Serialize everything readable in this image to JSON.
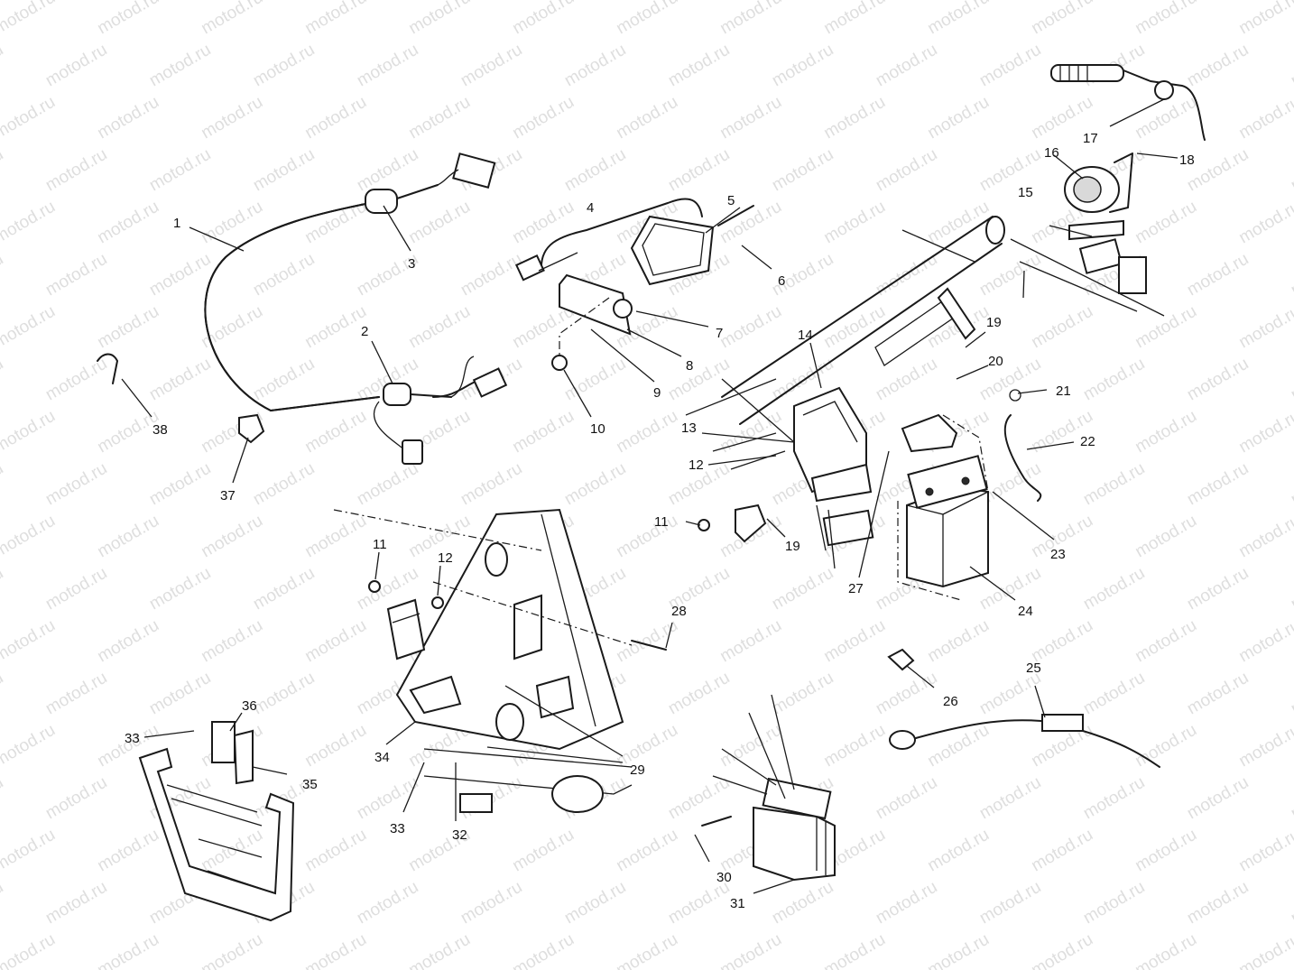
{
  "watermark": {
    "text": "motod.ru",
    "color": "#c4c4c4"
  },
  "colors": {
    "line": "#1a1a1a",
    "background": "#ffffff"
  },
  "callouts": [
    {
      "id": "1",
      "label": "1"
    },
    {
      "id": "2",
      "label": "2"
    },
    {
      "id": "3",
      "label": "3"
    },
    {
      "id": "4",
      "label": "4"
    },
    {
      "id": "5",
      "label": "5"
    },
    {
      "id": "6",
      "label": "6"
    },
    {
      "id": "7",
      "label": "7"
    },
    {
      "id": "8",
      "label": "8"
    },
    {
      "id": "9",
      "label": "9"
    },
    {
      "id": "10",
      "label": "10"
    },
    {
      "id": "11a",
      "label": "11"
    },
    {
      "id": "11b",
      "label": "11"
    },
    {
      "id": "12a",
      "label": "12"
    },
    {
      "id": "12b",
      "label": "12"
    },
    {
      "id": "13",
      "label": "13"
    },
    {
      "id": "14",
      "label": "14"
    },
    {
      "id": "15",
      "label": "15"
    },
    {
      "id": "16",
      "label": "16"
    },
    {
      "id": "17",
      "label": "17"
    },
    {
      "id": "18",
      "label": "18"
    },
    {
      "id": "19a",
      "label": "19"
    },
    {
      "id": "19b",
      "label": "19"
    },
    {
      "id": "20",
      "label": "20"
    },
    {
      "id": "21",
      "label": "21"
    },
    {
      "id": "22",
      "label": "22"
    },
    {
      "id": "23",
      "label": "23"
    },
    {
      "id": "24",
      "label": "24"
    },
    {
      "id": "25",
      "label": "25"
    },
    {
      "id": "26",
      "label": "26"
    },
    {
      "id": "27",
      "label": "27"
    },
    {
      "id": "28",
      "label": "28"
    },
    {
      "id": "29",
      "label": "29"
    },
    {
      "id": "30",
      "label": "30"
    },
    {
      "id": "31",
      "label": "31"
    },
    {
      "id": "32",
      "label": "32"
    },
    {
      "id": "33a",
      "label": "33"
    },
    {
      "id": "33b",
      "label": "33"
    },
    {
      "id": "34",
      "label": "34"
    },
    {
      "id": "35",
      "label": "35"
    },
    {
      "id": "36",
      "label": "36"
    },
    {
      "id": "37",
      "label": "37"
    },
    {
      "id": "38",
      "label": "38"
    }
  ]
}
